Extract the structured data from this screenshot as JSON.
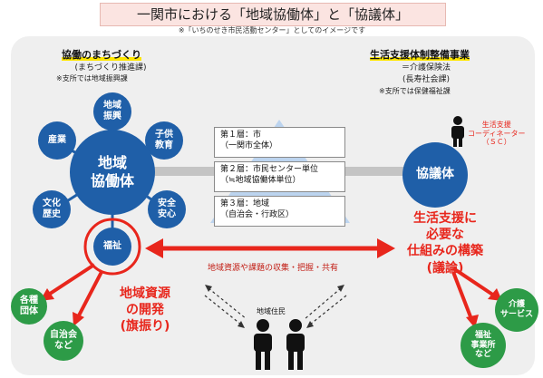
{
  "title": "一関市における「地域協働体」と「協議体」",
  "subtitle_note": "※「いちのせき市民活動センター」としてのイメージです",
  "left": {
    "heading": "協働のまちづくり",
    "sub1": "(まちづくり推進課)",
    "sub2": "※支所では地域振興課"
  },
  "right": {
    "heading": "生活支援体制整備事業",
    "sub1": "＝介護保険法",
    "sub2": "(長寿社会課)",
    "sub3": "※支所では保健福祉課"
  },
  "hub_left": "地域\n協働体",
  "satellites": {
    "chiiki_shinko": "地域\n振興",
    "kodomo": "子供\n教育",
    "sangyo": "産業",
    "bunka": "文化\n歴史",
    "anzen": "安全\n安心",
    "fukushi": "福祉"
  },
  "layers": [
    {
      "line1": "第１層：市",
      "line2": "（一関市全体）"
    },
    {
      "line1": "第２層：市民センター単位",
      "line2": "（≒地域協働体単位）"
    },
    {
      "line1": "第３層：地域",
      "line2": "（自治会・行政区）"
    }
  ],
  "hub_right": "協議体",
  "coordinator": "生活支援\nコーディネーター\n（ＳＣ）",
  "right_red": "生活支援に\n必要な\n仕組みの構築\n(議論)",
  "left_red": "地域資源\nの開発\n(旗振り)",
  "center_arrow": "地域資源や課題の収集・把握・共有",
  "residents": "地域住民",
  "green_left": {
    "kakushu": "各種\n団体",
    "jichikai": "自治会\nなど"
  },
  "green_right": {
    "kaigo": "介護\nサービス",
    "fukushi_jigyo": "福祉\n事業所\nなど"
  },
  "colors": {
    "blue": "#1f5fa8",
    "green": "#2d9b47",
    "red": "#e8261c",
    "title_bg": "#fbe4e1"
  }
}
